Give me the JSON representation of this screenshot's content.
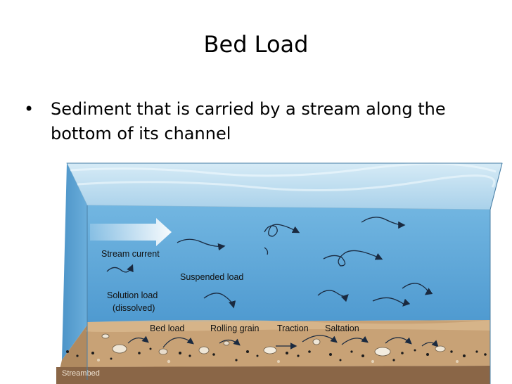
{
  "slide": {
    "title": "Bed Load",
    "bullet_marker": "•",
    "bullet_text": "Sediment that is carried by a stream along the bottom of its channel"
  },
  "diagram": {
    "labels": {
      "stream_current": "Stream current",
      "suspended_load": "Suspended load",
      "solution_load": "Solution load",
      "dissolved": "(dissolved)",
      "bed_load": "Bed load",
      "rolling_grain": "Rolling grain",
      "traction": "Traction",
      "saltation": "Saltation",
      "streambed": "Streambed"
    },
    "colors": {
      "water": "#5fa7d8",
      "water_top": "#bcdcee",
      "sediment": "#c8a276",
      "streambed": "#8a6647"
    }
  }
}
